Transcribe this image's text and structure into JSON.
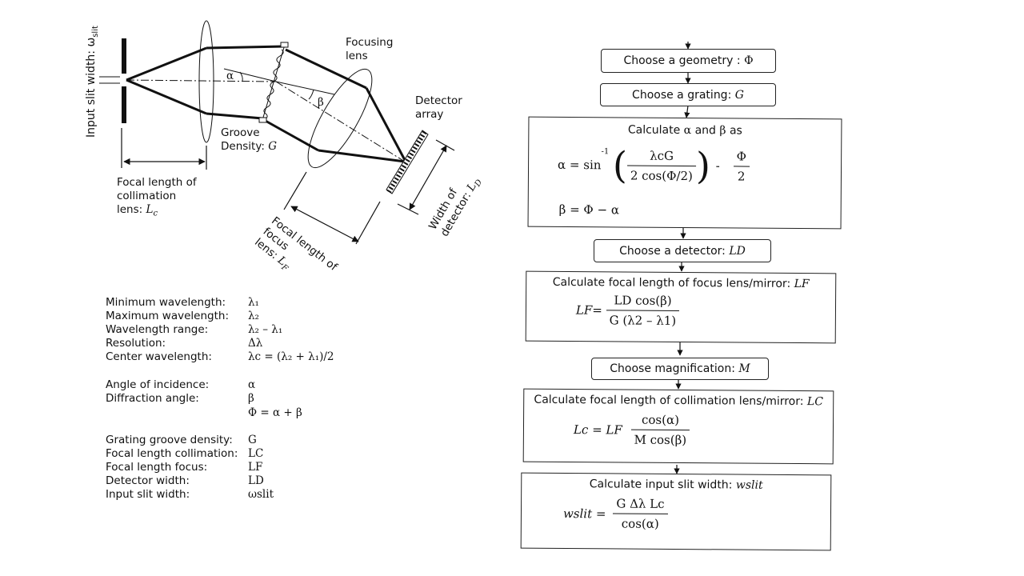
{
  "diagram": {
    "labels": {
      "input_slit": "Input slit width: ω",
      "input_slit_sub": "slit",
      "grooves": "Groove",
      "grooves2": "Density: ",
      "grooves_var": "G",
      "focusing": "Focusing",
      "focusing2": "lens",
      "detector": "Detector",
      "detector2": "array",
      "alpha": "α",
      "beta": "β",
      "collim1": "Focal length of",
      "collim2": "collimation",
      "collim3": "lens: ",
      "collim_var": "L",
      "collim_sub": "c",
      "focus1": "Focal length of",
      "focus2": "focus",
      "focus3": "lens: ",
      "focus_var": "L",
      "focus_sub": "F",
      "width1": "Width of",
      "width2": "detector: ",
      "width_var": "L",
      "width_sub": "D"
    },
    "variables": [
      {
        "name": "Minimum wavelength:",
        "symbol": "λ₁"
      },
      {
        "name": "Maximum wavelength:",
        "symbol": "λ₂"
      },
      {
        "name": "Wavelength range:",
        "symbol": "λ₂ – λ₁"
      },
      {
        "name": "Resolution:",
        "symbol": "Δλ"
      },
      {
        "name": "Center wavelength:",
        "symbol": "λc = (λ₂ + λ₁)/2"
      },
      {
        "name": "Angle of incidence:",
        "symbol": "α"
      },
      {
        "name": "Diffraction angle:",
        "symbol": "β"
      },
      {
        "name": "",
        "symbol": "Φ = α + β"
      },
      {
        "name": "Grating groove density:",
        "symbol": "G"
      },
      {
        "name": "Focal length collimation:",
        "symbol": "LC"
      },
      {
        "name": "Focal length focus:",
        "symbol": "LF"
      },
      {
        "name": "Detector width:",
        "symbol": "LD"
      },
      {
        "name": "Input slit width:",
        "symbol": "ωslit"
      }
    ]
  },
  "flowchart": {
    "step1": {
      "text": "Choose a geometry : ",
      "var": "Φ"
    },
    "step2": {
      "text": "Choose a grating: ",
      "var": "G"
    },
    "step3": {
      "title_pre": "Calculate ",
      "title_a": "α",
      "title_mid": " and ",
      "title_b": "β",
      "title_post": " as",
      "alpha_lhs": "α = sin",
      "alpha_exp": "-1",
      "alpha_num": "λcG",
      "alpha_den": "2 cos(Φ/2)",
      "alpha_minus": "-",
      "alpha_num2": "Φ",
      "alpha_den2": "2",
      "beta_eq": "β = Φ − α"
    },
    "step4": {
      "text": "Choose a detector: ",
      "var": "LD"
    },
    "step5": {
      "title": "Calculate focal length of focus lens/mirror: ",
      "title_var": "LF",
      "lhs": "LF=",
      "num": "LD cos(β)",
      "den": "G (λ2 – λ1)"
    },
    "step6": {
      "text": "Choose magnification: ",
      "var": "M"
    },
    "step7": {
      "title": "Calculate focal length of collimation lens/mirror: ",
      "title_var": "LC",
      "lhs": "Lc = LF",
      "num": "cos(α)",
      "den": "M cos(β)"
    },
    "step8": {
      "title": "Calculate input slit width: ",
      "title_var": "wslit",
      "lhs": "wslit =",
      "num": "G Δλ Lc",
      "den": "cos(α)"
    }
  }
}
